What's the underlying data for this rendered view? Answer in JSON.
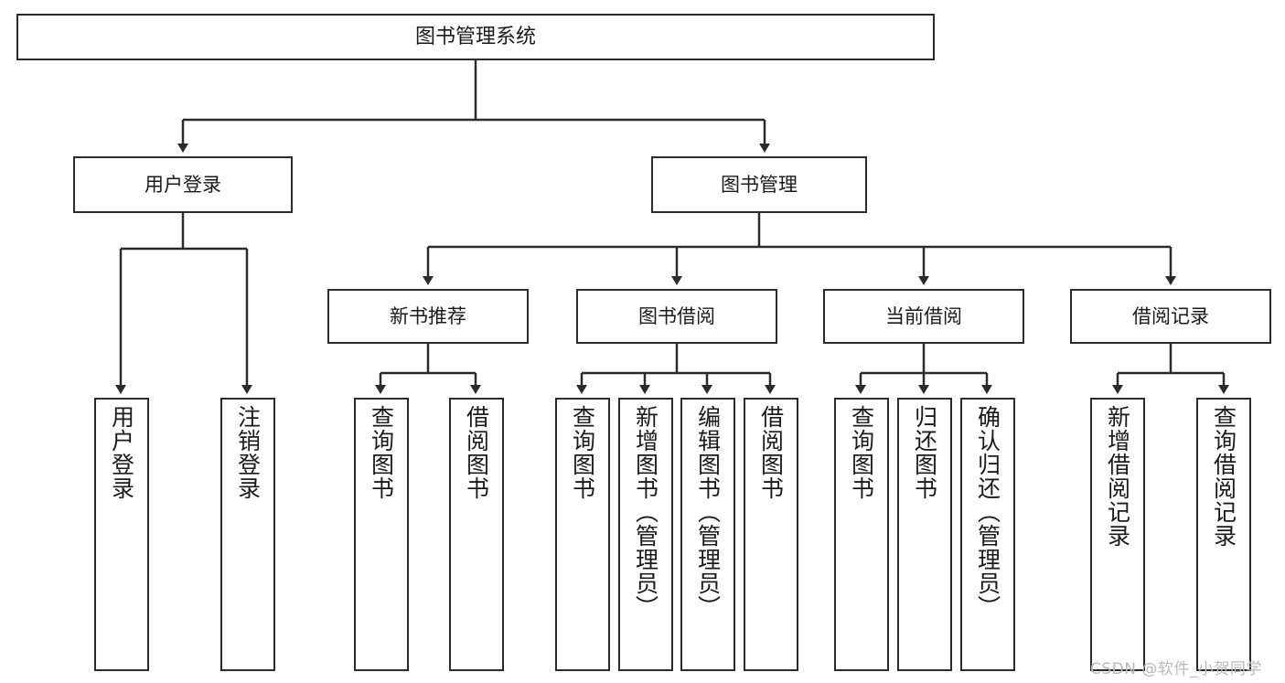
{
  "diagram": {
    "type": "tree",
    "title": "图书管理系统",
    "orientation": "top-down",
    "levels": 4
  },
  "nodes": {
    "root": {
      "label": "图书管理系统"
    },
    "level2": [
      {
        "id": "user-login",
        "label": "用户登录"
      },
      {
        "id": "book-management",
        "label": "图书管理"
      }
    ],
    "level3": [
      {
        "id": "new-book-recommend",
        "label": "新书推荐"
      },
      {
        "id": "book-borrow",
        "label": "图书借阅"
      },
      {
        "id": "current-borrow",
        "label": "当前借阅"
      },
      {
        "id": "borrow-record",
        "label": "借阅记录"
      }
    ],
    "leaves": {
      "user_login": [
        {
          "id": "leaf-user-login",
          "label": "用户登录"
        },
        {
          "id": "leaf-logout-login",
          "label": "注销登录"
        }
      ],
      "new_book_recommend": [
        {
          "id": "leaf-query-book-1",
          "label": "查询图书"
        },
        {
          "id": "leaf-borrow-book-1",
          "label": "借阅图书"
        }
      ],
      "book_borrow": [
        {
          "id": "leaf-query-book-2",
          "label": "查询图书"
        },
        {
          "id": "leaf-add-book",
          "label": "新增图书（管理员）"
        },
        {
          "id": "leaf-edit-book",
          "label": "编辑图书（管理员）"
        },
        {
          "id": "leaf-borrow-book-2",
          "label": "借阅图书"
        }
      ],
      "current_borrow": [
        {
          "id": "leaf-query-book-3",
          "label": "查询图书"
        },
        {
          "id": "leaf-return-book",
          "label": "归还图书"
        },
        {
          "id": "leaf-confirm-return",
          "label": "确认归还（管理员）"
        }
      ],
      "borrow_record": [
        {
          "id": "leaf-add-record",
          "label": "新增借阅记录"
        },
        {
          "id": "leaf-query-record",
          "label": "查询借阅记录"
        }
      ]
    }
  },
  "watermark": {
    "text": "CSDN @软件_小贺同学"
  },
  "colors": {
    "border": "#2b2b2b",
    "background": "#ffffff",
    "text": "#1a1a1a",
    "watermark": "#b9b9b9"
  }
}
